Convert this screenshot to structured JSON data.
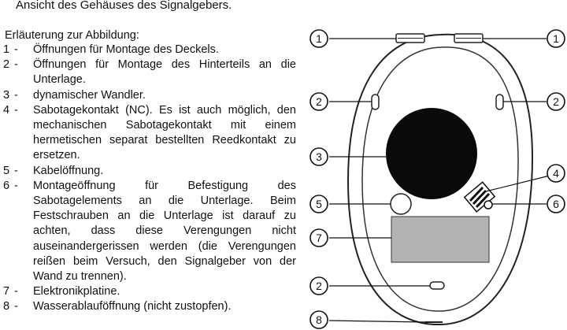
{
  "page": {
    "title": "Ansicht des Gehäuses des Signalgebers."
  },
  "legend": {
    "heading": "Erläuterung zur Abbildung:",
    "items": [
      {
        "num": "1",
        "dash": "-",
        "text": "Öffnungen für Montage des Deckels."
      },
      {
        "num": "2",
        "dash": "-",
        "text": "Öffnungen für Montage des Hinterteils an die Unterlage."
      },
      {
        "num": "3",
        "dash": "-",
        "text": "dynamischer Wandler."
      },
      {
        "num": "4",
        "dash": "-",
        "text": "Sabotagekontakt (NC). Es ist auch möglich, den mechanischen Sabotagekontakt mit einem hermetischen separat bestellten Reedkontakt zu ersetzen."
      },
      {
        "num": "5",
        "dash": "-",
        "text": "Kabelöffnung."
      },
      {
        "num": "6",
        "dash": "-",
        "text": "Montageöffnung für Befestigung des Sabotagelements an die Unterlage. Beim Festschrauben an die Unterlage ist darauf zu achten, dass diese Verengungen nicht auseinandergerissen werden (die Verengungen reißen beim Versuch, den Signalgeber von der Wand zu trennen)."
      },
      {
        "num": "7",
        "dash": "-",
        "text": "Elektronikplatine."
      },
      {
        "num": "8",
        "dash": "-",
        "text": "Wasserablauföffnung (nicht zustopfen)."
      }
    ]
  },
  "figure": {
    "callouts": {
      "top_left": "1",
      "top_right": "1",
      "mid_left": "2",
      "mid_right": "2",
      "transducer": "3",
      "tamper": "4",
      "cable": "5",
      "mount": "6",
      "board": "7",
      "bottom_hole": "2",
      "drain": "8"
    }
  }
}
